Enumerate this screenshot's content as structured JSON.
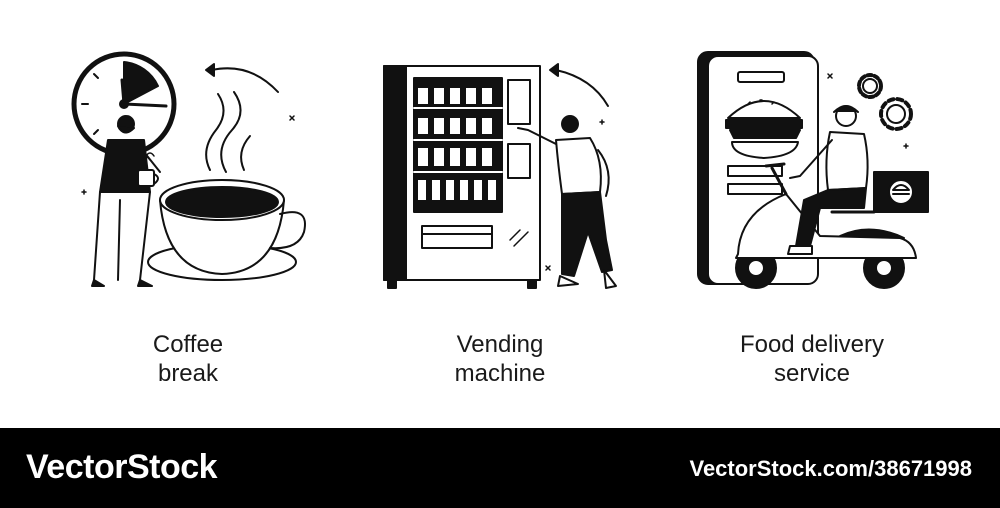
{
  "panels": [
    {
      "caption_line1": "Coffee",
      "caption_line2": "break",
      "illustration": "coffee-break-illustration"
    },
    {
      "caption_line1": "Vending",
      "caption_line2": "machine",
      "illustration": "vending-machine-illustration"
    },
    {
      "caption_line1": "Food delivery",
      "caption_line2": "service",
      "illustration": "food-delivery-illustration"
    }
  ],
  "footer": {
    "brand": "VectorStock",
    "image_url": "VectorStock.com/38671998"
  },
  "colors": {
    "ink": "#111111",
    "background": "#ffffff",
    "footer": "#000000"
  }
}
